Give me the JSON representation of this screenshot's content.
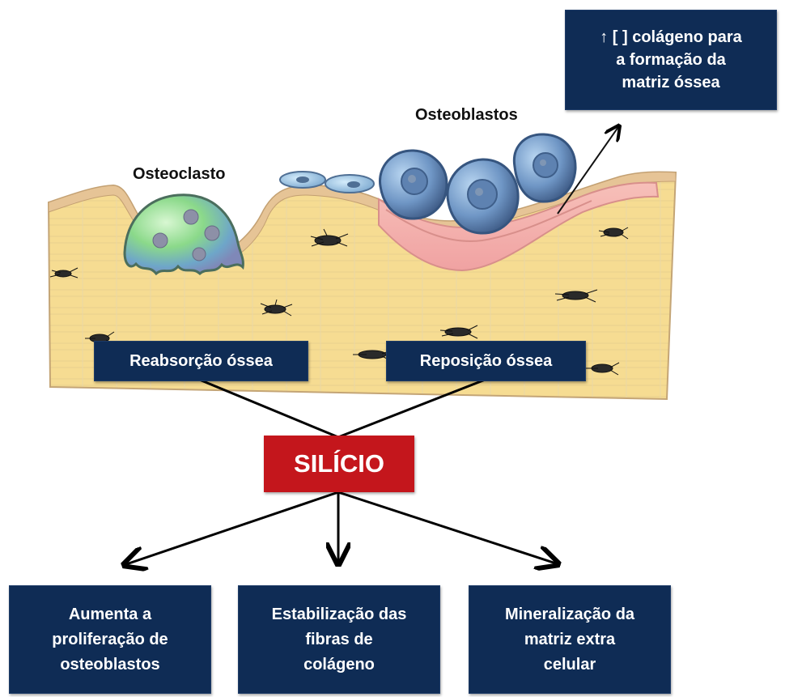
{
  "diagram": {
    "top_note": "↑ [ ] colágeno para\na formação da\nmatriz óssea",
    "cell_labels": {
      "osteoblasts": "Osteoblastos",
      "osteoclast": "Osteoclasto"
    },
    "process_boxes": {
      "resorption": "Reabsorção óssea",
      "deposition": "Reposição óssea"
    },
    "center_box": "SILÍCIO",
    "effect_boxes": [
      "Aumenta a\nproliferação de\nosteoblastos",
      "Estabilização das\nfibras de\ncolágeno",
      "Mineralização da\nmatriz extra\ncelular"
    ]
  },
  "colors": {
    "navy_box": "#0f2c55",
    "red_box": "#c4161c",
    "bone_matrix": "#f4d98e",
    "collagen_layer": "#f1a8a6"
  }
}
